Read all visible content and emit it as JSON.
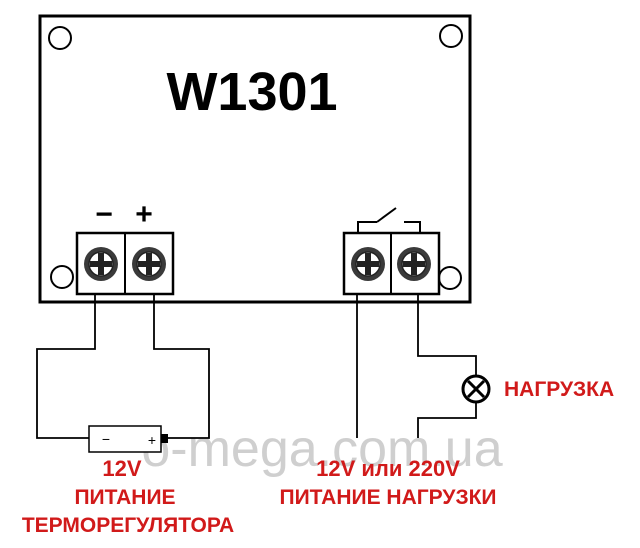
{
  "board": {
    "title": "W1301",
    "minus_sign": "−",
    "plus_sign": "+"
  },
  "battery": {
    "minus_sign": "−",
    "plus_sign": "+"
  },
  "labels": {
    "load": "НАГРУЗКА",
    "supply_voltage": "12V",
    "supply_line1": "ПИТАНИЕ",
    "supply_line2": "ТЕРМОРЕГУЛЯТОРА",
    "load_voltage": "12V или 220V",
    "load_supply": "ПИТАНИЕ НАГРУЗКИ"
  },
  "watermark": "o-mega.com.ua",
  "colors": {
    "line": "#000000",
    "label": "#d11a1a",
    "watermark": "#cfcfcf"
  }
}
